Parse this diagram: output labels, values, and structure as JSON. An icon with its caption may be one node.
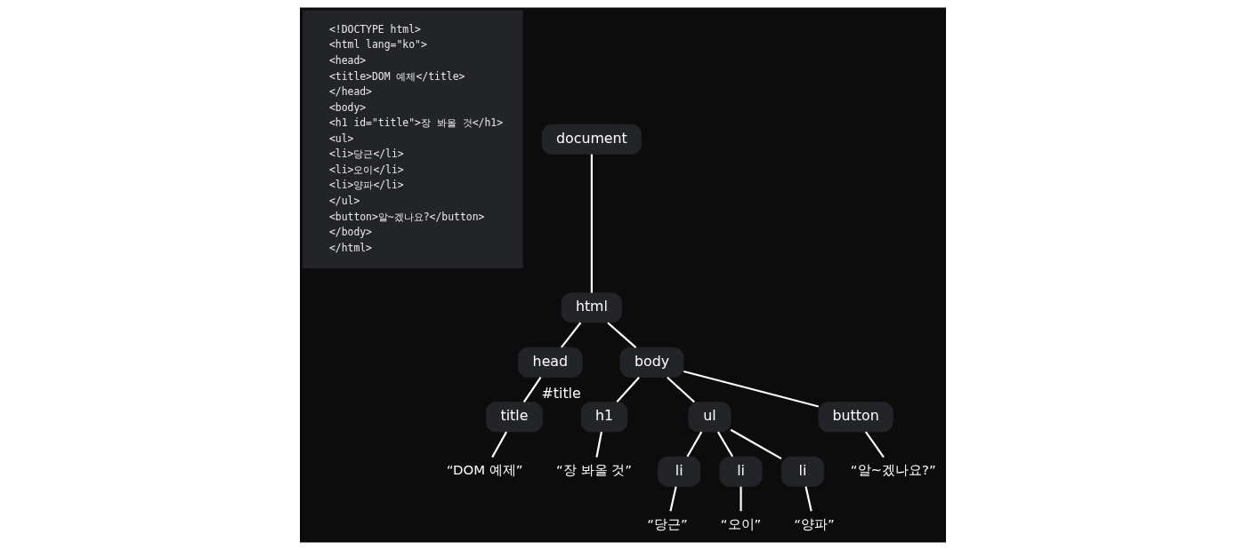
{
  "diagram": {
    "nodes": [
      {
        "text": [
          "<!DOCTYPE html>",
          "<html lang=\"ko\">",
          "<head>",
          "<title>DOM 예제</title>",
          "</head>",
          "<body>",
          "<h1 id=\"title\">장 봐올 것</h1>",
          "<ul>",
          "<li>당근</li>",
          "<li>오이</li>",
          "<li>양파</li>",
          "</ul>",
          "<button>알~겠나요?</button>",
          "</body>",
          "</html>"
        ]
      },
      {
        "text": [
          "document"
        ]
      },
      {
        "text": [
          "html"
        ]
      },
      {
        "text": [
          "head"
        ]
      },
      {
        "text": [
          "body"
        ]
      },
      {
        "text": [
          "title"
        ]
      },
      {
        "text": [
          "h1"
        ],
        "beside": [
          "#title"
        ]
      },
      {
        "text": [
          "ul"
        ]
      },
      {
        "text": [
          "button"
        ]
      },
      {
        "text": [
          "“DOM 예제”"
        ]
      },
      {
        "text": [
          "“장 봐올 것”"
        ]
      },
      {
        "text": [
          "li"
        ]
      },
      {
        "text": [
          "li"
        ]
      },
      {
        "text": [
          "li"
        ]
      },
      {
        "text": [
          "“알~겠나요?”"
        ]
      },
      {
        "text": [
          "“당근”"
        ]
      },
      {
        "text": [
          "“오이”"
        ]
      },
      {
        "text": [
          "“양파”"
        ]
      }
    ],
    "edges": [
      {
        "from": 1,
        "to": 2,
        "arrow": "none"
      },
      {
        "from": 2,
        "to": 3,
        "arrow": "none"
      },
      {
        "from": 2,
        "to": 4,
        "arrow": "none"
      },
      {
        "from": 3,
        "to": 5,
        "arrow": "none"
      },
      {
        "from": 4,
        "to": 6,
        "arrow": "none"
      },
      {
        "from": 4,
        "to": 7,
        "arrow": "none"
      },
      {
        "from": 4,
        "to": 8,
        "arrow": "none"
      },
      {
        "from": 5,
        "to": 9,
        "arrow": "none"
      },
      {
        "from": 6,
        "to": 10,
        "arrow": "none"
      },
      {
        "from": 7,
        "to": 11,
        "arrow": "none"
      },
      {
        "from": 7,
        "to": 12,
        "arrow": "none"
      },
      {
        "from": 7,
        "to": 13,
        "arrow": "none"
      },
      {
        "from": 8,
        "to": 14,
        "arrow": "none"
      },
      {
        "from": 11,
        "to": 15,
        "arrow": "none"
      },
      {
        "from": 12,
        "to": 16,
        "arrow": "none"
      },
      {
        "from": 13,
        "to": 17,
        "arrow": "none"
      }
    ]
  }
}
